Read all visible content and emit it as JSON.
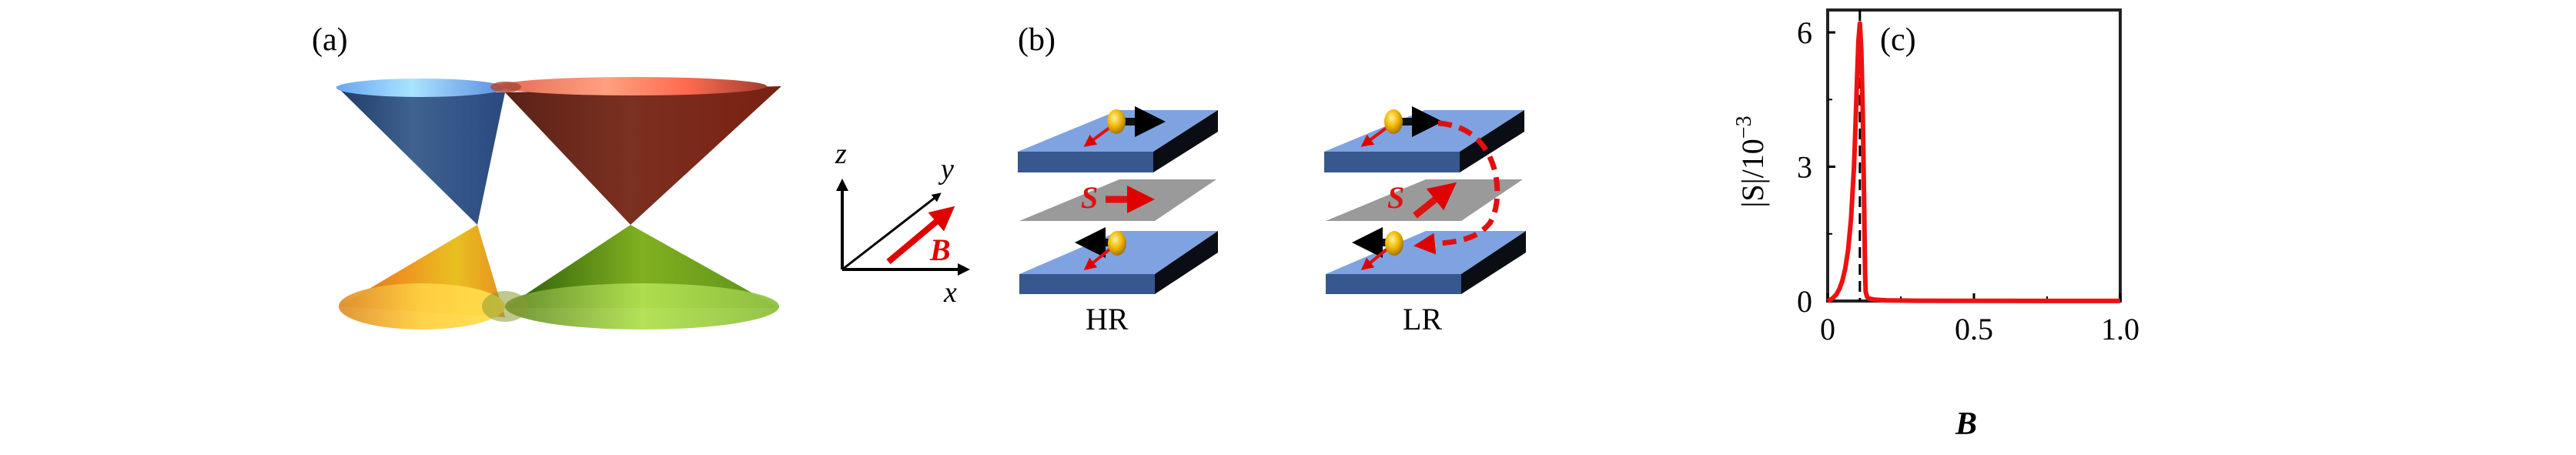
{
  "panels": {
    "a": {
      "label": "(a)",
      "cones": [
        {
          "name": "upper-left-cone",
          "color": "#3a5f9a",
          "rim_color": "#8fd0f5"
        },
        {
          "name": "upper-right-cone",
          "color": "#7a2a1c",
          "rim_color": "#f58a6a"
        },
        {
          "name": "lower-left-cone",
          "color": "#f0a020",
          "rim_color": "#ffd850"
        },
        {
          "name": "lower-right-cone",
          "color": "#6ea020",
          "rim_color": "#b4e050"
        }
      ],
      "axes": {
        "x_label": "x",
        "y_label": "y",
        "z_label": "z",
        "field_label": "B",
        "field_color": "#e00000"
      }
    },
    "b": {
      "label": "(b)",
      "spin_label": "S",
      "configurations": [
        {
          "name": "HR",
          "label": "HR"
        },
        {
          "name": "LR",
          "label": "LR"
        }
      ],
      "colors": {
        "slab_top": "#7fa3e0",
        "slab_front": "#37588f",
        "slab_side": "#0a0d14",
        "spacer": "#9a9a9a",
        "electron": "#e8b000",
        "spin_arrow": "#e01010"
      }
    },
    "c": {
      "label": "(c)"
    }
  },
  "chart_data": {
    "type": "line",
    "title": "",
    "panel_label": "(c)",
    "xlabel": "B",
    "ylabel": "|S|/10^-3",
    "ylabel_parts": {
      "main": "|S|/10",
      "exponent": "−3"
    },
    "xlim": [
      0,
      1.0
    ],
    "ylim": [
      0,
      6.5
    ],
    "x_ticks": [
      {
        "value": 0,
        "label": "0"
      },
      {
        "value": 0.5,
        "label": "0.5"
      },
      {
        "value": 1.0,
        "label": "1.0"
      }
    ],
    "x_minor_ticks": [
      0.25,
      0.75
    ],
    "y_ticks": [
      {
        "value": 0,
        "label": "0"
      },
      {
        "value": 3,
        "label": "3"
      },
      {
        "value": 6,
        "label": "6"
      }
    ],
    "y_minor_ticks": [
      1.5,
      4.5
    ],
    "grid": false,
    "reference_line": {
      "x": 0.11,
      "style": "dashed",
      "color": "#000000"
    },
    "series": [
      {
        "name": "|S|",
        "color": "#ee1111",
        "x": [
          0,
          0.01,
          0.02,
          0.03,
          0.04,
          0.05,
          0.06,
          0.07,
          0.08,
          0.09,
          0.095,
          0.1,
          0.105,
          0.11,
          0.115,
          0.12,
          0.125,
          0.128,
          0.13,
          0.135,
          0.14,
          0.16,
          0.2,
          0.3,
          0.5,
          0.75,
          1.0
        ],
        "y": [
          0.0,
          0.03,
          0.08,
          0.15,
          0.27,
          0.45,
          0.72,
          1.15,
          1.85,
          3.0,
          3.9,
          4.9,
          5.8,
          6.2,
          5.6,
          4.2,
          2.0,
          0.6,
          0.2,
          0.09,
          0.06,
          0.03,
          0.015,
          0.007,
          0.004,
          0.002,
          0.001
        ]
      }
    ]
  }
}
